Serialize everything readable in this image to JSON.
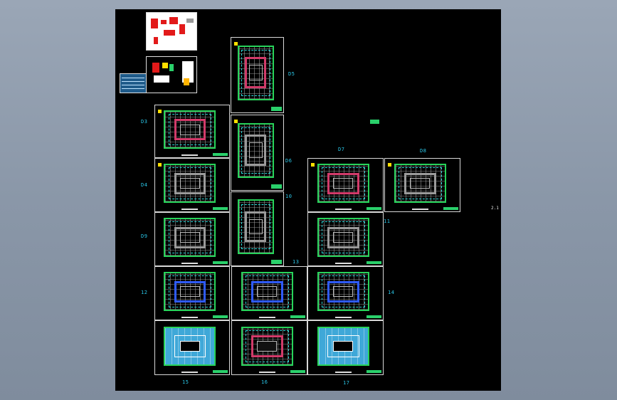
{
  "viewer": {
    "background_color": "#8a97a8",
    "model_space_color": "#000000"
  },
  "sheet_labels": {
    "d3": "D3",
    "d4": "D4",
    "d9": "D9",
    "d5": "D5",
    "d6": "D6",
    "d7": "D7",
    "d8": "D8",
    "n10": "10",
    "n11": "11",
    "n12": "12",
    "n13": "13",
    "n14": "14",
    "n15": "15",
    "n16": "16",
    "n17": "17"
  },
  "corner_text": "2.1",
  "colors": {
    "frame": "#d8d8d8",
    "label": "#2ac7e8",
    "wall": "#27d35a",
    "corridor": "#d23b6a",
    "blue_plan": "#2f5bff",
    "fill_plan": "#3fa8d8"
  }
}
